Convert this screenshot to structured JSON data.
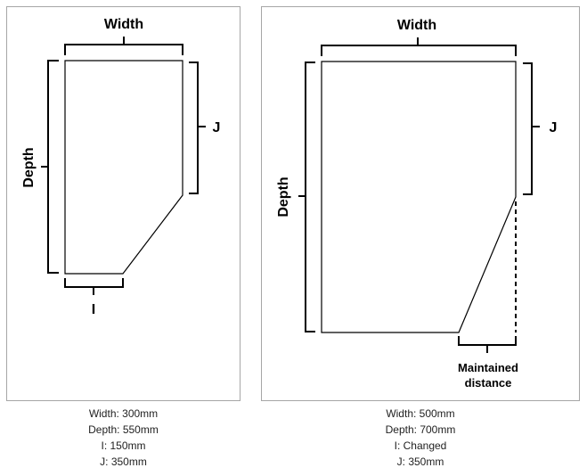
{
  "labels": {
    "width": "Width",
    "depth": "Depth",
    "i": "I",
    "j": "J",
    "maintained_line1": "Maintained",
    "maintained_line2": "distance"
  },
  "left": {
    "specs": [
      "Width: 300mm",
      "Depth: 550mm",
      "I: 150mm",
      "J: 350mm"
    ]
  },
  "right": {
    "specs": [
      "Width: 500mm",
      "Depth: 700mm",
      "I: Changed",
      "J: 350mm"
    ]
  },
  "colors": {
    "panel_border": "#a6a6a6",
    "line": "#000000",
    "caption_text": "#222222"
  }
}
